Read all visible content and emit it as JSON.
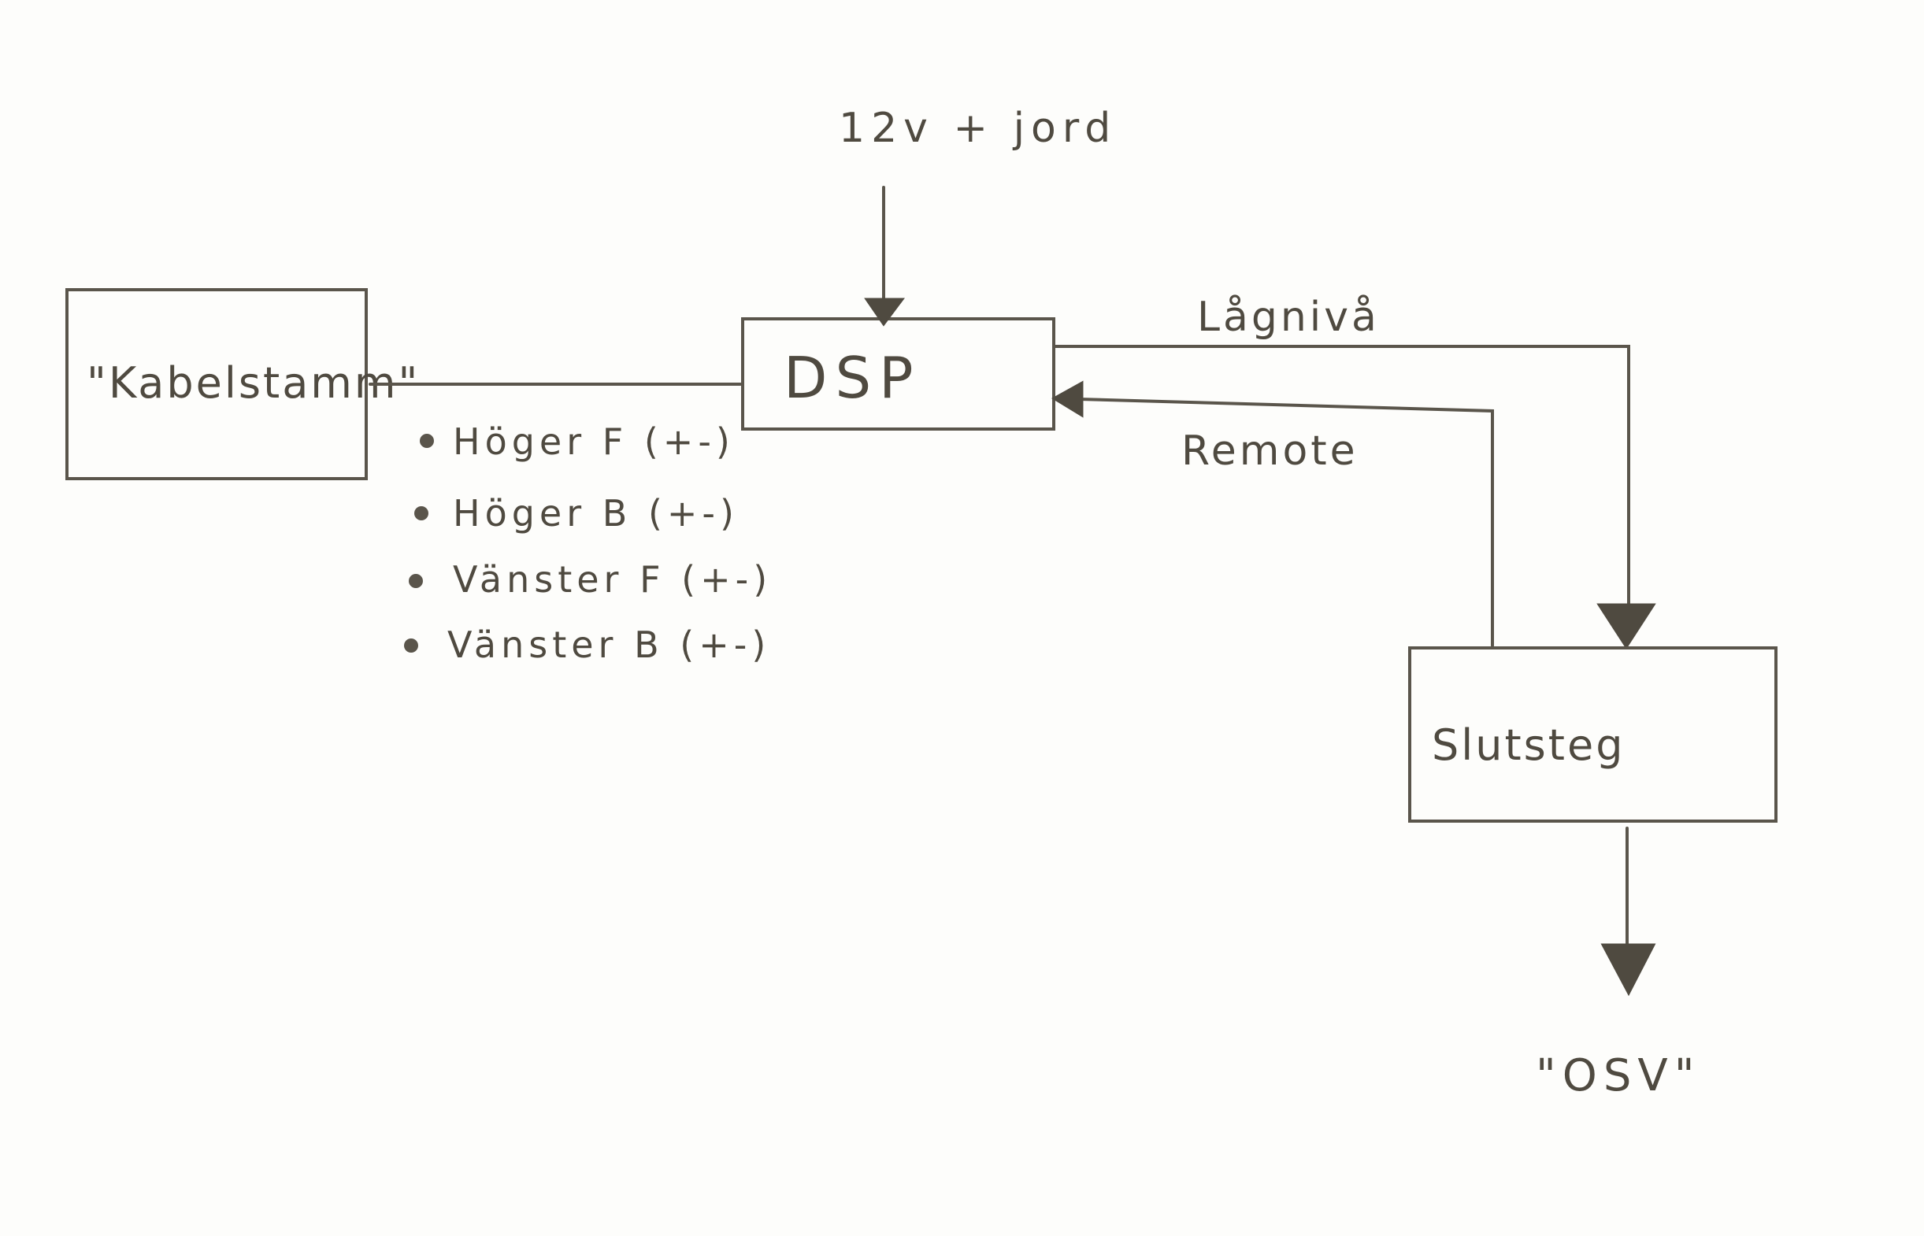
{
  "diagram": {
    "nodes": {
      "kabelstamm": "\"Kabelstamm\"",
      "dsp": "DSP",
      "slutsteg": "Slutsteg"
    },
    "labels": {
      "power": "12v + jord",
      "lagniva": "Lågnivå",
      "remote": "Remote",
      "osv": "\"OSV\""
    },
    "bullets": [
      "Höger F (+-)",
      "Höger B (+-)",
      "Vänster F (+-)",
      "Vänster B (+-)"
    ]
  }
}
